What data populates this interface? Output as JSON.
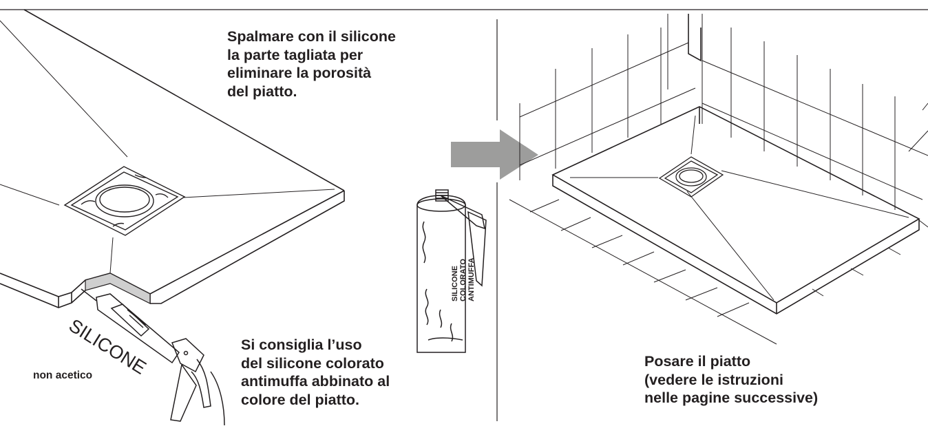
{
  "captions": {
    "top": [
      "Spalmare con il silicone",
      "la parte tagliata per",
      "eliminare la porosità",
      "del piatto."
    ],
    "tip": [
      "Si consiglia l’uso",
      "del silicone colorato",
      "antimuffa abbinato al",
      "colore del piatto."
    ],
    "install": [
      "Posare il piatto",
      "(vedere le istruzioni",
      "nelle pagine successive)"
    ]
  },
  "labels": {
    "gun_word": "SILICONE",
    "non_acetic": "non acetico",
    "tube_lines": [
      "SILICONE",
      "COLORATO",
      "ANTIMUFFA"
    ]
  },
  "colors": {
    "ink": "#231f20",
    "arrow": "#9d9d9c",
    "cut_edge": "#cfcfcf"
  },
  "icons": {
    "arrow": "arrow-right-icon",
    "gun": "caulking-gun-icon",
    "tube": "silicone-tube-icon"
  }
}
